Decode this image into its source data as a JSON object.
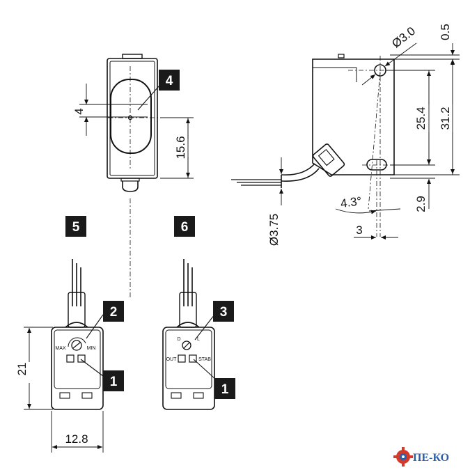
{
  "dimensions": {
    "d4": "4",
    "d15_6": "15.6",
    "d3_0": "Ø3.0",
    "d0_5": "0.5",
    "d25_4": "25.4",
    "d31_2": "31.2",
    "d2_9": "2.9",
    "d4_3deg": "4.3°",
    "d3": "3",
    "d3_75": "Ø3.75",
    "d21": "21",
    "d12_8": "12.8"
  },
  "callouts": {
    "c1a": "1",
    "c1b": "1",
    "c2": "2",
    "c3": "3",
    "c4": "4",
    "c5": "5",
    "c6": "6"
  },
  "labels": {
    "max": "MAX",
    "min": "MIN",
    "d": "D",
    "l": "L",
    "out": "OUT",
    "stab": "STAB"
  },
  "brand": {
    "logo_text": "ПЕ-КО"
  },
  "colors": {
    "line": "#111111",
    "callout_bg": "#1a1a1a",
    "brand_blue": "#2b5fa8",
    "brand_red": "#d23a2a"
  }
}
